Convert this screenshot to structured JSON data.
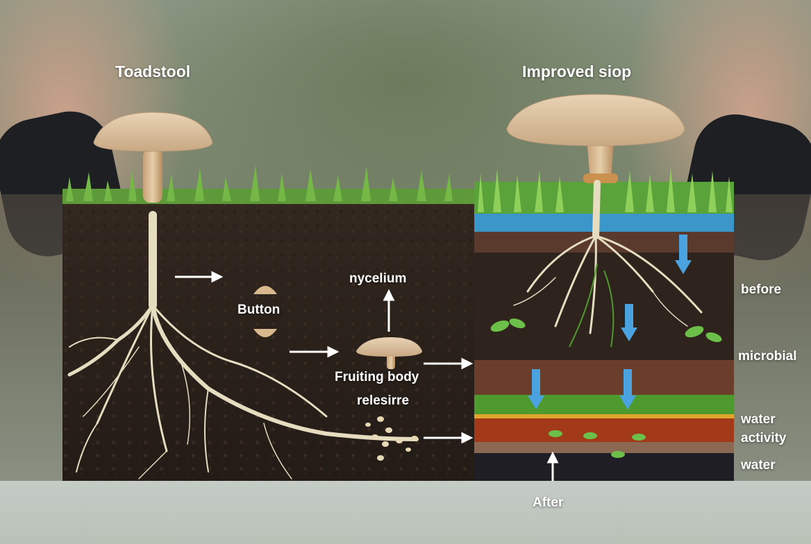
{
  "labels": {
    "toadstool": "Toadstool",
    "improved": "Improved siop",
    "button": "Button",
    "nycelium": "nycelium",
    "fruiting_body": "Fruiting body",
    "relesirre": "relesirre",
    "before": "before",
    "microbial": "microbial",
    "water_activity_1": "water",
    "water_activity_2": "activity",
    "water": "water",
    "after": "After"
  },
  "colors": {
    "arrow": "#ffffff",
    "blue_arrow": "#4aa3df",
    "mushroom_cap": "#dcc3a2",
    "root": "#e6dcc0"
  }
}
